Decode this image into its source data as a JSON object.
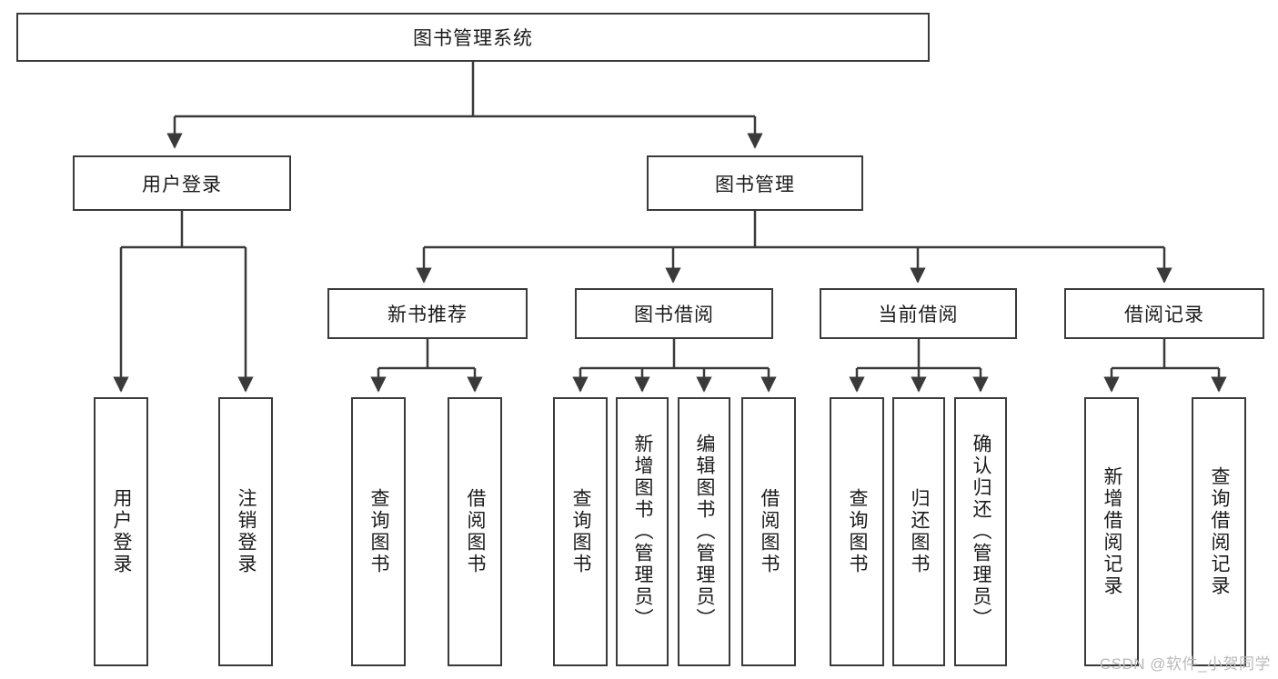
{
  "diagram": {
    "title_node": {
      "label": "图书管理系统"
    },
    "level2": [
      {
        "id": "user-login",
        "label": "用户登录"
      },
      {
        "id": "book-management",
        "label": "图书管理"
      }
    ],
    "level3": [
      {
        "id": "new-book-recommend",
        "label": "新书推荐"
      },
      {
        "id": "book-borrow",
        "label": "图书借阅"
      },
      {
        "id": "current-borrow",
        "label": "当前借阅"
      },
      {
        "id": "borrow-record",
        "label": "借阅记录"
      }
    ],
    "leaves": {
      "user_login": [
        {
          "id": "leaf-user-login",
          "label": "用户登录"
        },
        {
          "id": "leaf-logout-login",
          "label": "注销登录"
        }
      ],
      "new_book_recommend": [
        {
          "id": "leaf-query-book-1",
          "label": "查询图书"
        },
        {
          "id": "leaf-borrow-book-1",
          "label": "借阅图书"
        }
      ],
      "book_borrow": [
        {
          "id": "leaf-query-book-2",
          "label": "查询图书"
        },
        {
          "id": "leaf-add-book",
          "label": "新增图书（管理员）"
        },
        {
          "id": "leaf-edit-book",
          "label": "编辑图书（管理员）"
        },
        {
          "id": "leaf-borrow-book-2",
          "label": "借阅图书"
        }
      ],
      "current_borrow": [
        {
          "id": "leaf-query-book-3",
          "label": "查询图书"
        },
        {
          "id": "leaf-return-book",
          "label": "归还图书"
        },
        {
          "id": "leaf-confirm-return",
          "label": "确认归还（管理员）"
        }
      ],
      "borrow_record": [
        {
          "id": "leaf-add-record",
          "label": "新增借阅记录"
        },
        {
          "id": "leaf-query-record",
          "label": "查询借阅记录"
        }
      ]
    }
  },
  "watermark": {
    "text": "CSDN @软件_小贺同学"
  },
  "colors": {
    "stroke": "#3a3a3a",
    "background": "#ffffff",
    "text": "#1a1a1a",
    "watermark": "#b9b9b9"
  }
}
